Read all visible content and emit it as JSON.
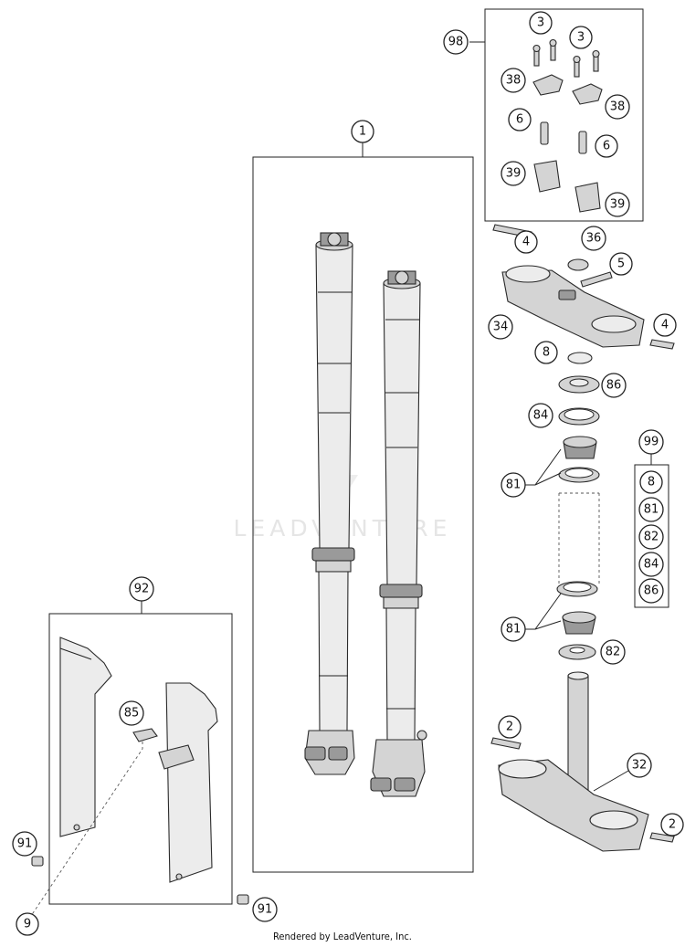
{
  "footer": "Rendered by LeadVenture, Inc.",
  "watermark": "LEADVENTURE",
  "callouts": {
    "c1": "1",
    "c98": "98",
    "c3a": "3",
    "c3b": "3",
    "c38a": "38",
    "c38b": "38",
    "c6a": "6",
    "c6b": "6",
    "c39a": "39",
    "c39b": "39",
    "c4a": "4",
    "c36": "36",
    "c5": "5",
    "c34": "34",
    "c4b": "4",
    "c8": "8",
    "c86": "86",
    "c84": "84",
    "c99": "99",
    "c81a": "81",
    "c81b": "81",
    "c82": "82",
    "c2a": "2",
    "c32": "32",
    "c2b": "2",
    "c92": "92",
    "c85": "85",
    "c91a": "91",
    "c91b": "91",
    "c9": "9",
    "k8": "8",
    "k81": "81",
    "k82": "82",
    "k84": "84",
    "k86": "86"
  }
}
